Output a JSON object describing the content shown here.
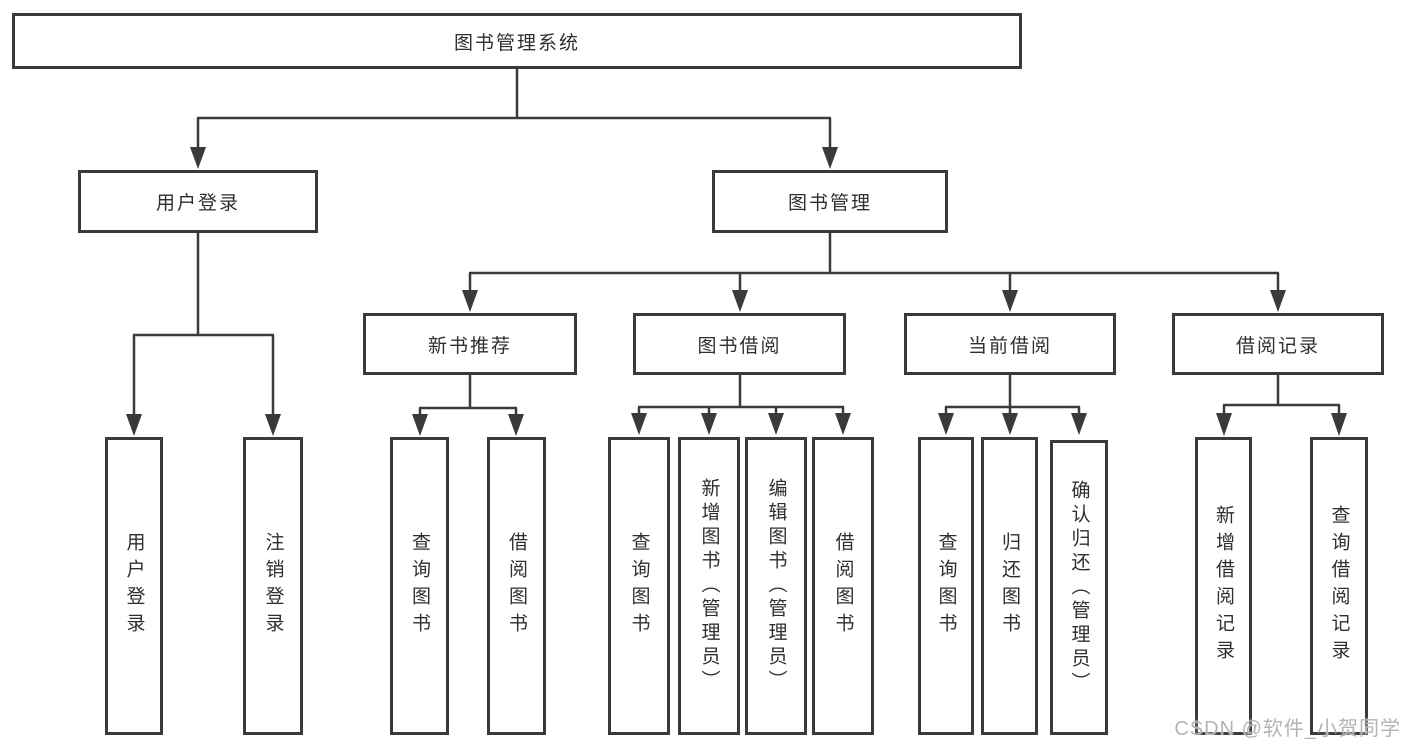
{
  "diagram": {
    "title": "图书管理系统",
    "type": "hierarchy-tree",
    "colors": {
      "line": "#3a3a3a",
      "box_border": "#3a3a3a",
      "text": "#2f2f2f",
      "background": "#ffffff",
      "watermark": "#b3b3b3"
    },
    "tree": {
      "root": {
        "label": "图书管理系统",
        "children": [
          {
            "label": "用户登录",
            "children": [
              {
                "label": "用户登录"
              },
              {
                "label": "注销登录"
              }
            ]
          },
          {
            "label": "图书管理",
            "children": [
              {
                "label": "新书推荐",
                "children": [
                  {
                    "label": "查询图书"
                  },
                  {
                    "label": "借阅图书"
                  }
                ]
              },
              {
                "label": "图书借阅",
                "children": [
                  {
                    "label": "查询图书"
                  },
                  {
                    "label": "新增图书（管理员）"
                  },
                  {
                    "label": "编辑图书（管理员）"
                  },
                  {
                    "label": "借阅图书"
                  }
                ]
              },
              {
                "label": "当前借阅",
                "children": [
                  {
                    "label": "查询图书"
                  },
                  {
                    "label": "归还图书"
                  },
                  {
                    "label": "确认归还（管理员）"
                  }
                ]
              },
              {
                "label": "借阅记录",
                "children": [
                  {
                    "label": "新增借阅记录"
                  },
                  {
                    "label": "查询借阅记录"
                  }
                ]
              }
            ]
          }
        ]
      }
    }
  },
  "watermark": {
    "text": "CSDN @软件_小贺同学"
  }
}
